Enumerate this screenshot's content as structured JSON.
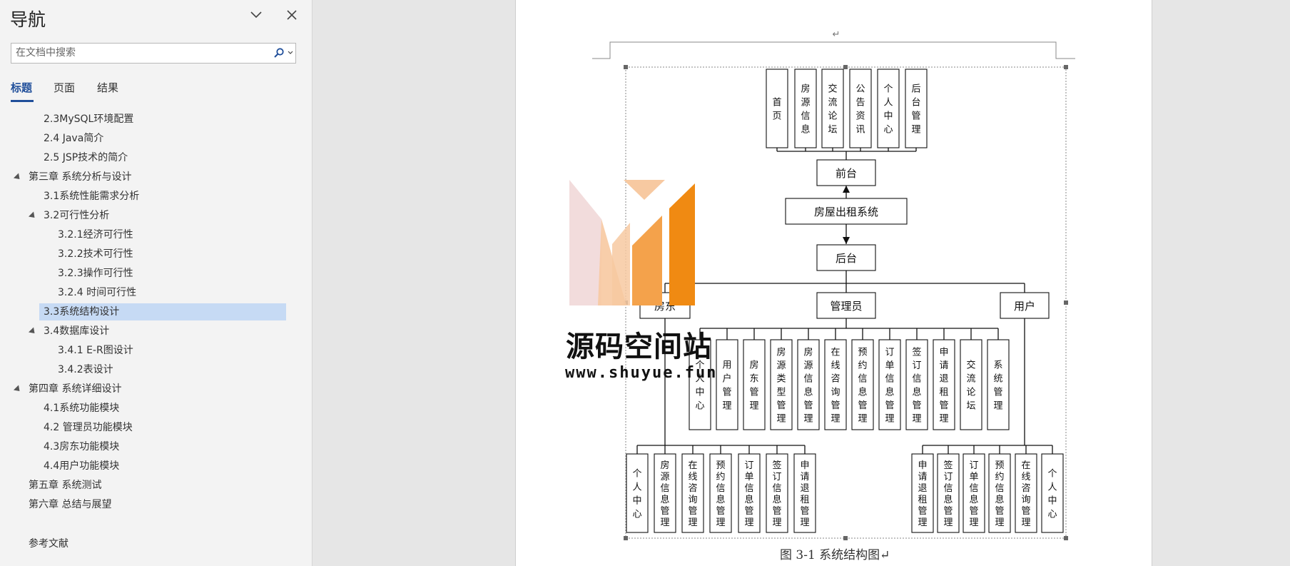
{
  "nav": {
    "title": "导航",
    "search_placeholder": "在文档中搜索",
    "tabs": [
      "标题",
      "页面",
      "结果"
    ],
    "tree": [
      {
        "label": "2.3MySQL环境配置",
        "level": 2
      },
      {
        "label": "2.4 Java简介",
        "level": 2
      },
      {
        "label": "2.5 JSP技术的简介",
        "level": 2
      },
      {
        "label": "第三章 系统分析与设计",
        "level": 1,
        "expanded": true
      },
      {
        "label": "3.1系统性能需求分析",
        "level": 2
      },
      {
        "label": "3.2可行性分析",
        "level": 2,
        "expanded": true
      },
      {
        "label": "3.2.1经济可行性",
        "level": 3
      },
      {
        "label": "3.2.2技术可行性",
        "level": 3
      },
      {
        "label": "3.2.3操作可行性",
        "level": 3
      },
      {
        "label": "3.2.4 时间可行性",
        "level": 3
      },
      {
        "label": "3.3系统结构设计",
        "level": 2,
        "selected": true
      },
      {
        "label": "3.4数据库设计",
        "level": 2,
        "expanded": true
      },
      {
        "label": "3.4.1 E-R图设计",
        "level": 3
      },
      {
        "label": "3.4.2表设计",
        "level": 3
      },
      {
        "label": "第四章 系统详细设计",
        "level": 1,
        "expanded": true
      },
      {
        "label": "4.1系统功能模块",
        "level": 2
      },
      {
        "label": "4.2 管理员功能模块",
        "level": 2
      },
      {
        "label": "4.3房东功能模块",
        "level": 2
      },
      {
        "label": "4.4用户功能模块",
        "level": 2
      },
      {
        "label": "第五章 系统测试",
        "level": 1
      },
      {
        "label": "第六章 总结与展望",
        "level": 1
      },
      {
        "label": "参考文献",
        "level": 1,
        "gap": true
      }
    ]
  },
  "document": {
    "paragraph_mark": "↵",
    "caption": "图 3-1  系统结构图↵",
    "diagram": {
      "front_modules": [
        "首页",
        "房源信息",
        "交流论坛",
        "公告资讯",
        "个人中心",
        "后台管理"
      ],
      "frontend": "前台",
      "system": "房屋出租系统",
      "backend": "后台",
      "roles": [
        "房东",
        "管理员",
        "用户"
      ],
      "admin_modules": [
        "个人中心",
        "用户管理",
        "房东管理",
        "房源类型管理",
        "房源信息管理",
        "在线咨询管理",
        "预约信息管理",
        "订单信息管理",
        "签订信息管理",
        "申请退租管理",
        "交流论坛",
        "系统管理"
      ],
      "landlord_modules": [
        "个人中心",
        "房源信息管理",
        "在线咨询管理",
        "预约信息管理",
        "订单信息管理",
        "签订信息管理",
        "申请退租管理"
      ],
      "user_modules": [
        "申请退租管理",
        "签订信息管理",
        "订单信息管理",
        "预约信息管理",
        "在线咨询管理",
        "个人中心"
      ]
    }
  },
  "watermark": {
    "text": "源码空间站",
    "url": "www.shuyue.fun",
    "colors": [
      "#f2dcdc",
      "#f7c9a1",
      "#f4a24b",
      "#f08a12"
    ]
  },
  "colors": {
    "accent": "#1f4e9a",
    "selection": "#c6daf4"
  }
}
